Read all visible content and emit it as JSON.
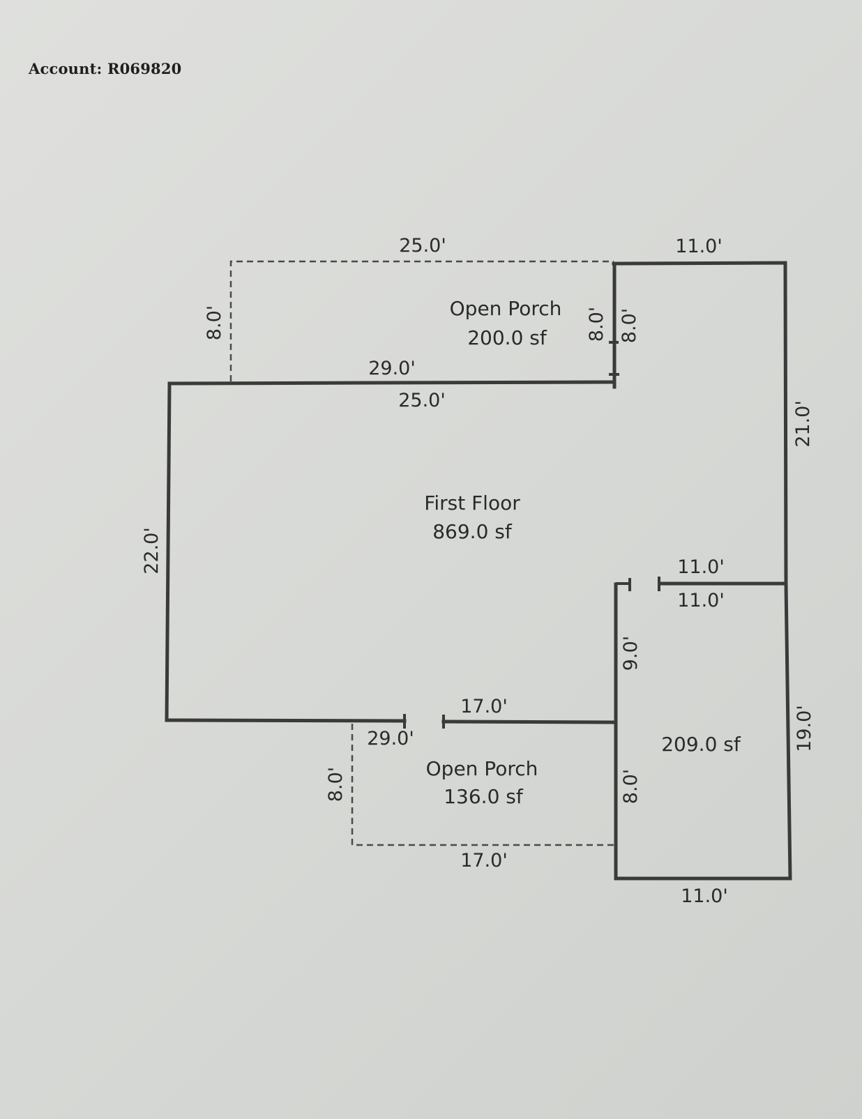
{
  "header": {
    "account": "Account: R069820"
  },
  "areas": {
    "open_porch_top": {
      "label": "Open Porch",
      "size": "200.0 sf"
    },
    "first_floor": {
      "label": "First Floor",
      "size": "869.0 sf"
    },
    "open_porch_bottom": {
      "label": "Open Porch",
      "size": "136.0 sf"
    },
    "garage_room": {
      "size": "209.0 sf"
    }
  },
  "dimensions": {
    "porch_top_width": "25.0'",
    "wing_top_width": "11.0'",
    "porch_top_left_height": "8.0'",
    "porch_top_right_height": "8.0'",
    "wing_inner_height": "8.0'",
    "floor_top_width": "29.0'",
    "floor_top_inner_width": "25.0'",
    "wing_right_height": "21.0'",
    "floor_left_height": "22.0'",
    "wing_divider_top": "11.0'",
    "wing_divider_bottom": "11.0'",
    "inner_wall_height": "9.0'",
    "floor_bottom_right_width": "17.0'",
    "floor_bottom_width": "29.0'",
    "lower_right_height": "19.0'",
    "porch_bottom_left_height": "8.0'",
    "porch_bottom_right_height": "8.0'",
    "porch_bottom_width": "17.0'",
    "lower_bottom_width": "11.0'"
  }
}
